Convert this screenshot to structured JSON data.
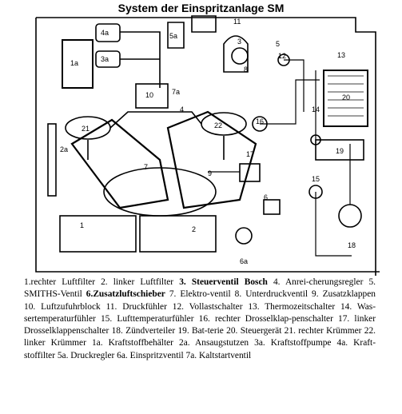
{
  "title": "System der Einspritzanlage SM",
  "diagram": {
    "labels": [
      "1",
      "2",
      "3",
      "4",
      "5",
      "6",
      "7",
      "8",
      "9",
      "10",
      "11",
      "12",
      "13",
      "14",
      "15",
      "16",
      "17",
      "18",
      "19",
      "20",
      "21",
      "22",
      "1a",
      "2a",
      "3a",
      "4a",
      "5a",
      "6a",
      "7a"
    ]
  },
  "legend": [
    "1.rechter Luftfilter 2. linker Luftfilter ",
    "3. Steuerventil Bosch",
    " 4. Anrei-cherungsregler 5. SMITHS-Ventil ",
    "6.Zusatzluftschieber",
    " 7. Elektro-ventil 8. Unterdruckventil 9. Zusatzklappen 10. Luftzufuhrblock 11. Druckfühler 12. Vollastschalter 13. Thermozeitschalter 14. Was-sertemperaturfühler 15. Lufttemperaturfühler 16. rechter Drosselklap-penschalter 17. linker Drosselklappenschalter 18. Zündverteiler 19. Bat-terie 20. Steuergerät 21. rechter Krümmer 22. linker Krümmer 1a. Kraftstoffbehälter 2a. Ansaugstutzen 3a. Kraftstoffpumpe 4a. Kraft-stoffilter 5a. Druckregler 6a. Einspritzventil 7a. Kaltstartventil"
  ]
}
